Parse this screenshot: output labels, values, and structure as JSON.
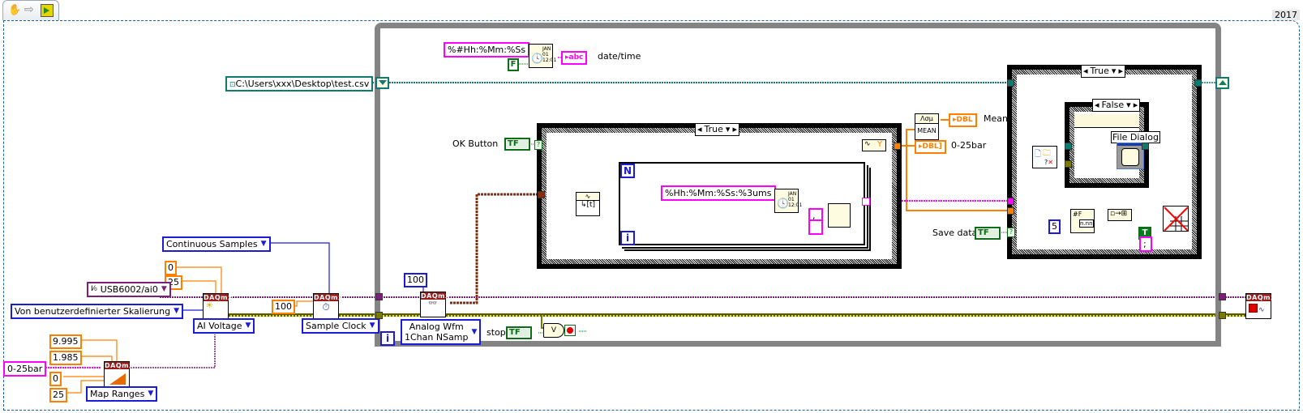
{
  "toolbar": {
    "icons": [
      "hand-tool-icon",
      "arrow-right-icon",
      "vi-icon"
    ]
  },
  "version_label": "2017",
  "file_path": "C:\\Users\\xxx\\Desktop\\test.csv",
  "date_format": {
    "format_string": "%#Hh:%Mm:%Ss",
    "bool_const": "F",
    "indicator": "abc",
    "indicator_label": "date/time"
  },
  "ok_button": {
    "label": "OK Button",
    "control": "TF"
  },
  "inner_case": {
    "selector": "True"
  },
  "for_loop": {
    "count_terminal": "N",
    "iter_terminal": "i",
    "time_format": "%Hh:%Mm:%Ss:%3ums",
    "comma_const": ",",
    "empty_const": ""
  },
  "mean_block": {
    "vi_top": "Λσμ",
    "vi_label": "MEAN",
    "mean_indicator": "DBL",
    "mean_label": "Mean",
    "value_indicator": "DBL]",
    "value_label": "0-25bar",
    "y_label": "Y"
  },
  "save_case": {
    "selector": "True",
    "save_data_label": "Save data",
    "save_data_control": "TF",
    "inner_selector": "False",
    "file_dialog_label": "File Dialog",
    "precision_const": "5",
    "bool_T": "T",
    "delim_const": ";"
  },
  "daq_setup": {
    "continuous_samples": "Continuous Samples",
    "channel": "USB6002/ai0",
    "min_const": "0",
    "max_const": "25",
    "scaling": "Von benutzerdefinierter Skalierung",
    "ai_voltage": "AI Voltage",
    "rate_const": "100",
    "sample_clock": "Sample Clock",
    "scale_name": "0-25bar",
    "prescaled_max": "9.995",
    "prescaled_min": "1.985",
    "scaled_min": "0",
    "scaled_max": "25",
    "map_ranges": "Map Ranges",
    "daqmx_header": "DAQmx"
  },
  "read_block": {
    "samples_const": "100",
    "read_mode_line1": "Analog Wfm",
    "read_mode_line2": "1Chan NSamp"
  },
  "stop": {
    "label": "stop",
    "control": "TF",
    "or_label": "V"
  },
  "while_iter": "i"
}
